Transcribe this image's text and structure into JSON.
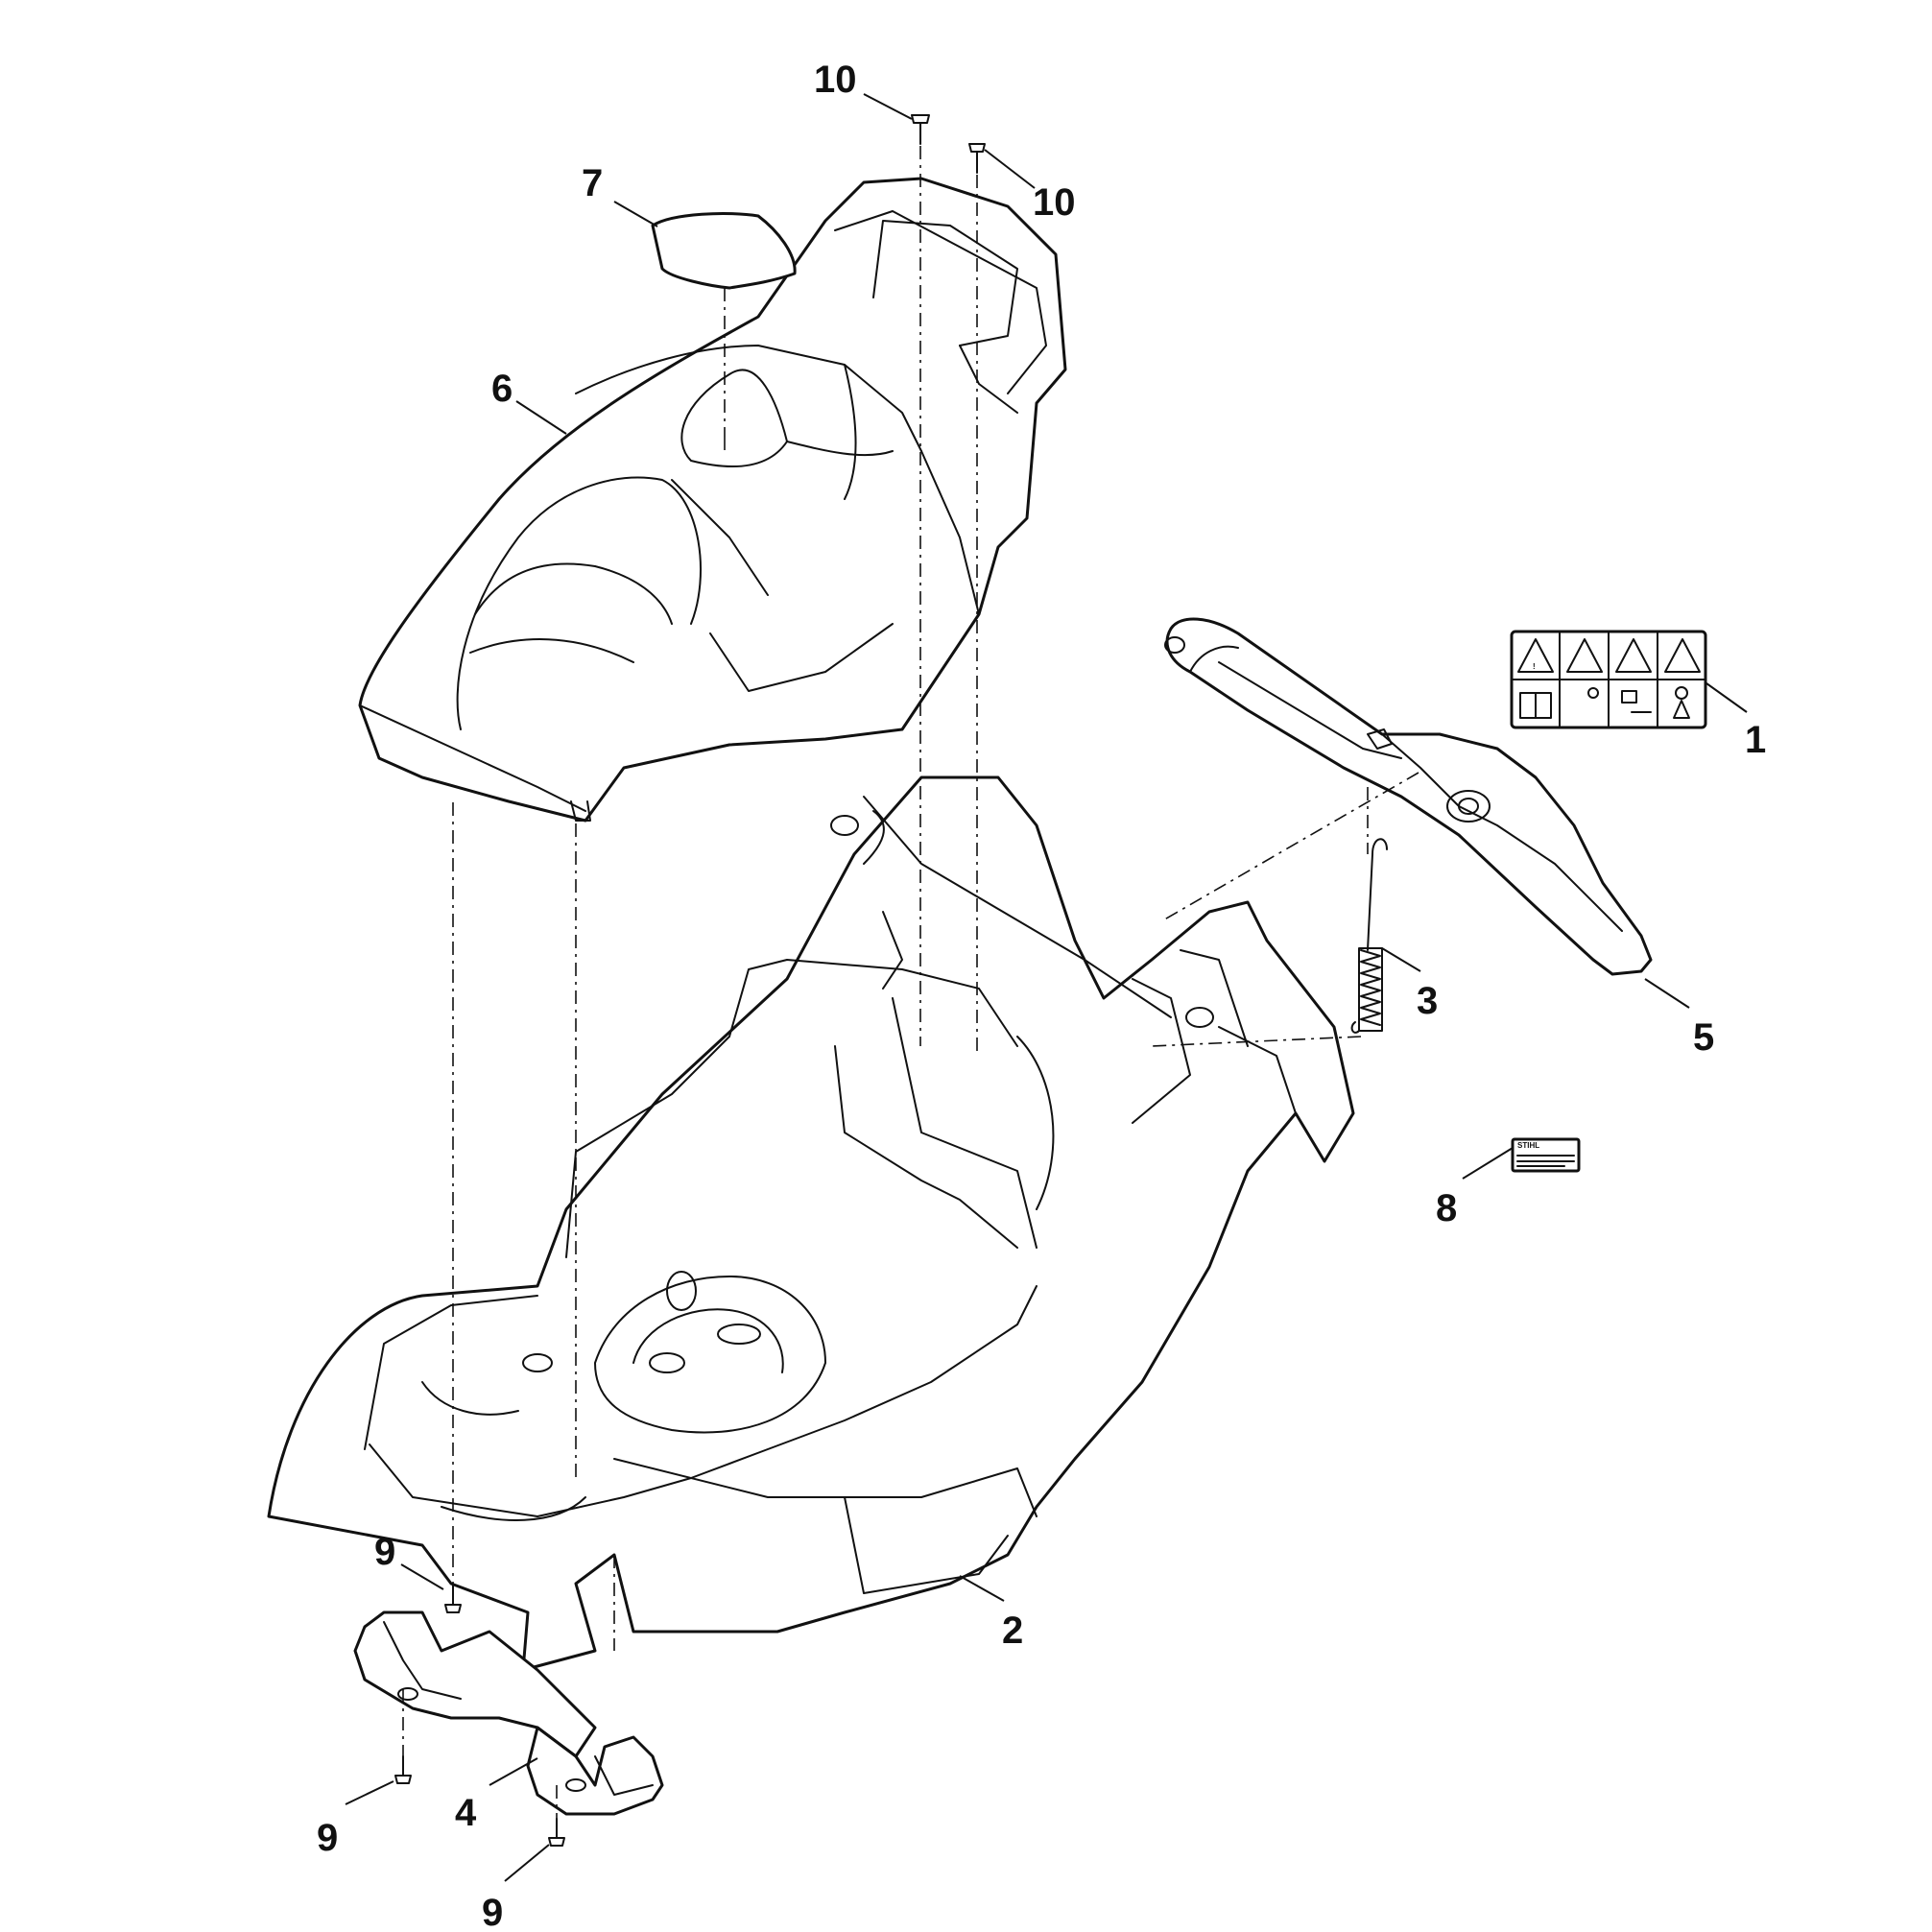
{
  "callouts": {
    "c1": "1",
    "c2": "2",
    "c3": "3",
    "c4": "4",
    "c5": "5",
    "c6": "6",
    "c7": "7",
    "c8": "8",
    "c9a": "9",
    "c9b": "9",
    "c9c": "9",
    "c10a": "10",
    "c10b": "10"
  },
  "labels": {
    "brand": "STIHL"
  }
}
